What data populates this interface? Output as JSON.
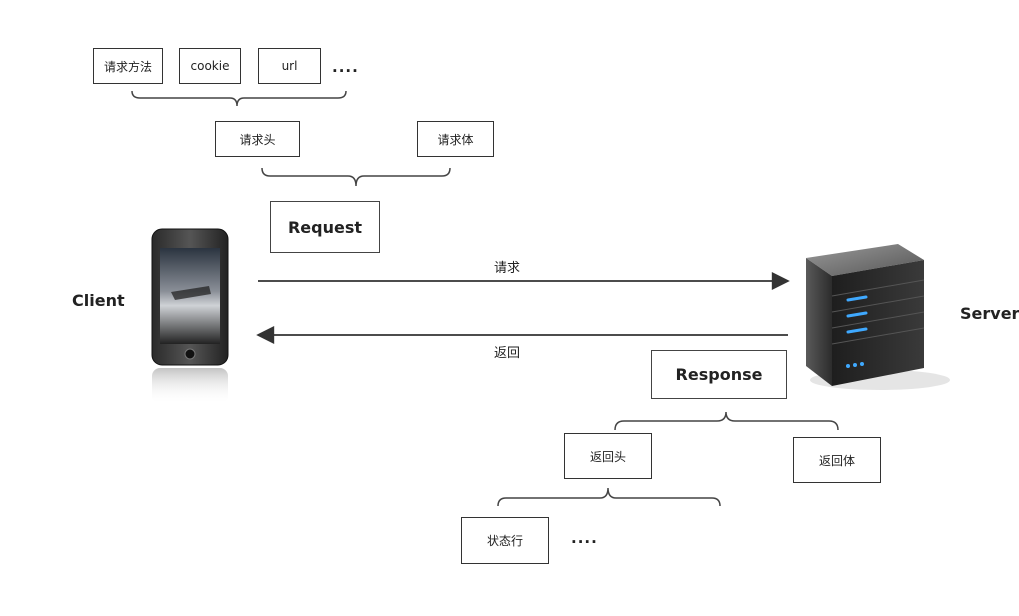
{
  "client": {
    "label": "Client"
  },
  "server": {
    "label": "Server"
  },
  "request": {
    "label": "Request",
    "header_label": "请求头",
    "body_label": "请求体",
    "header_items": [
      "请求方法",
      "cookie",
      "url"
    ],
    "header_more": "....",
    "arrow_label": "请求"
  },
  "response": {
    "label": "Response",
    "header_label": "返回头",
    "body_label": "返回体",
    "header_items": [
      "状态行"
    ],
    "header_more": "....",
    "arrow_label": "返回"
  },
  "colors": {
    "line": "#333333",
    "led": "#3fa9ff"
  }
}
